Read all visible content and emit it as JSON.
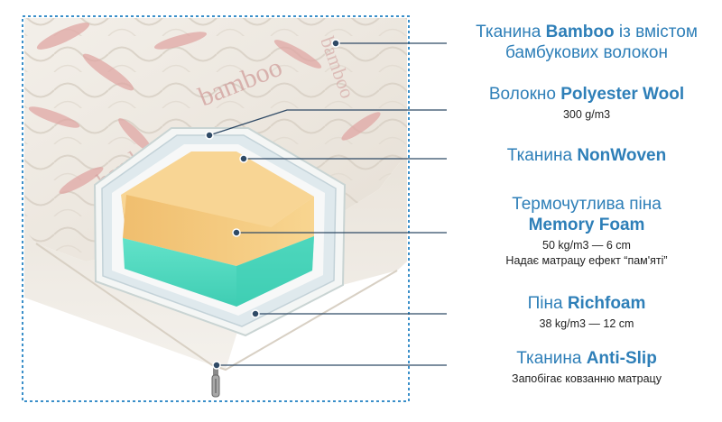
{
  "fabric_word": "bamboo",
  "colors": {
    "label": "#2e7fb8",
    "leader": "#2f4a66",
    "frame": "#3a8fc9",
    "memory_foam": "#f3c97a",
    "richfoam": "#5de0c8",
    "fabric": "#ece6de"
  },
  "layers": [
    {
      "pre": "Тканина ",
      "bold": "Bamboo",
      "post": " із вмістом",
      "line2": "бамбукових волокон",
      "subs": []
    },
    {
      "pre": "Волокно ",
      "bold": "Polyester Wool",
      "post": "",
      "line2": "",
      "subs": [
        "300 g/m3"
      ]
    },
    {
      "pre": "Тканина ",
      "bold": "NonWoven",
      "post": "",
      "line2": "",
      "subs": []
    },
    {
      "pre": "Термочутлива піна",
      "bold": "Memory Foam",
      "post": "",
      "line2": "",
      "bold_on_line2": true,
      "subs": [
        "50 kg/m3 — 6 cm",
        "Надає матрацу ефект “пам'яті”"
      ]
    },
    {
      "pre": "Піна ",
      "bold": "Richfoam",
      "post": "",
      "line2": "",
      "subs": [
        "38 kg/m3 — 12 cm"
      ]
    },
    {
      "pre": "Тканина ",
      "bold": "Anti-Slip",
      "post": "",
      "line2": "",
      "subs": [
        "Запобігає ковзанню матрацу"
      ]
    }
  ]
}
